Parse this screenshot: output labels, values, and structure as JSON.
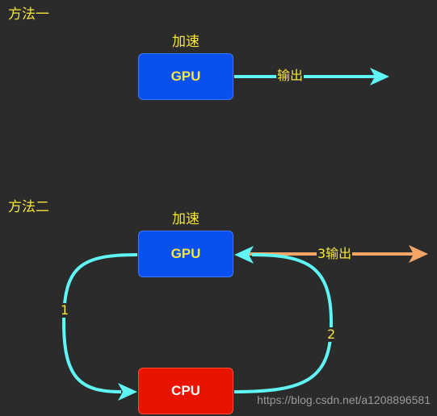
{
  "method1": {
    "title": "方法一",
    "accel_label": "加速",
    "gpu_label": "GPU",
    "output_label": "输出"
  },
  "method2": {
    "title": "方法二",
    "accel_label": "加速",
    "gpu_label": "GPU",
    "cpu_label": "CPU",
    "output_label": "3输出",
    "edge1_label": "1",
    "edge2_label": "2"
  },
  "watermark": "https://blog.csdn.net/a1208896581",
  "colors": {
    "background": "#2b2b2b",
    "label_yellow": "#f5e63c",
    "gpu_blue": "#0a4ff0",
    "cpu_red": "#e81400",
    "cyan_arrow": "#5ff5f5",
    "orange_arrow": "#f5a566"
  }
}
